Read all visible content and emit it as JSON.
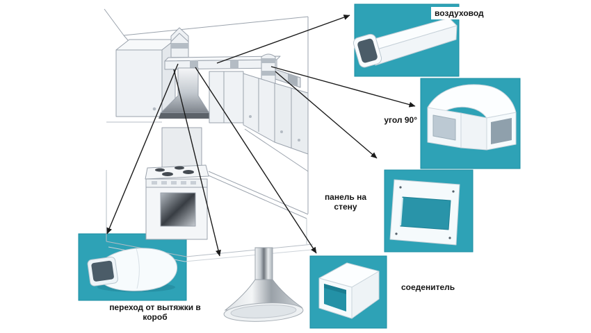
{
  "diagram": {
    "labels": {
      "air_duct": "воздуховод",
      "elbow_90": "угол 90°",
      "wall_panel": [
        "панель на",
        "стену"
      ],
      "connector": "соеденитель",
      "hood_transition": [
        "переход от вытяжки в",
        "короб"
      ]
    },
    "colors": {
      "box_teal": "#2ea2b6",
      "box_border": "#1a8da3",
      "arrow": "#1a1a1a",
      "line_art": "#9aa2ac",
      "label_text": "#141414"
    },
    "arrows": [
      {
        "from": "kitchen-duct-run",
        "to": "air-duct-box"
      },
      {
        "from": "kitchen-duct-run",
        "to": "elbow-90-box"
      },
      {
        "from": "kitchen-duct-run",
        "to": "wall-panel-box"
      },
      {
        "from": "kitchen-duct-run",
        "to": "connector-box"
      },
      {
        "from": "kitchen-hood",
        "to": "hood-photo"
      },
      {
        "from": "kitchen-duct-run",
        "to": "hood-transition-box"
      }
    ]
  }
}
